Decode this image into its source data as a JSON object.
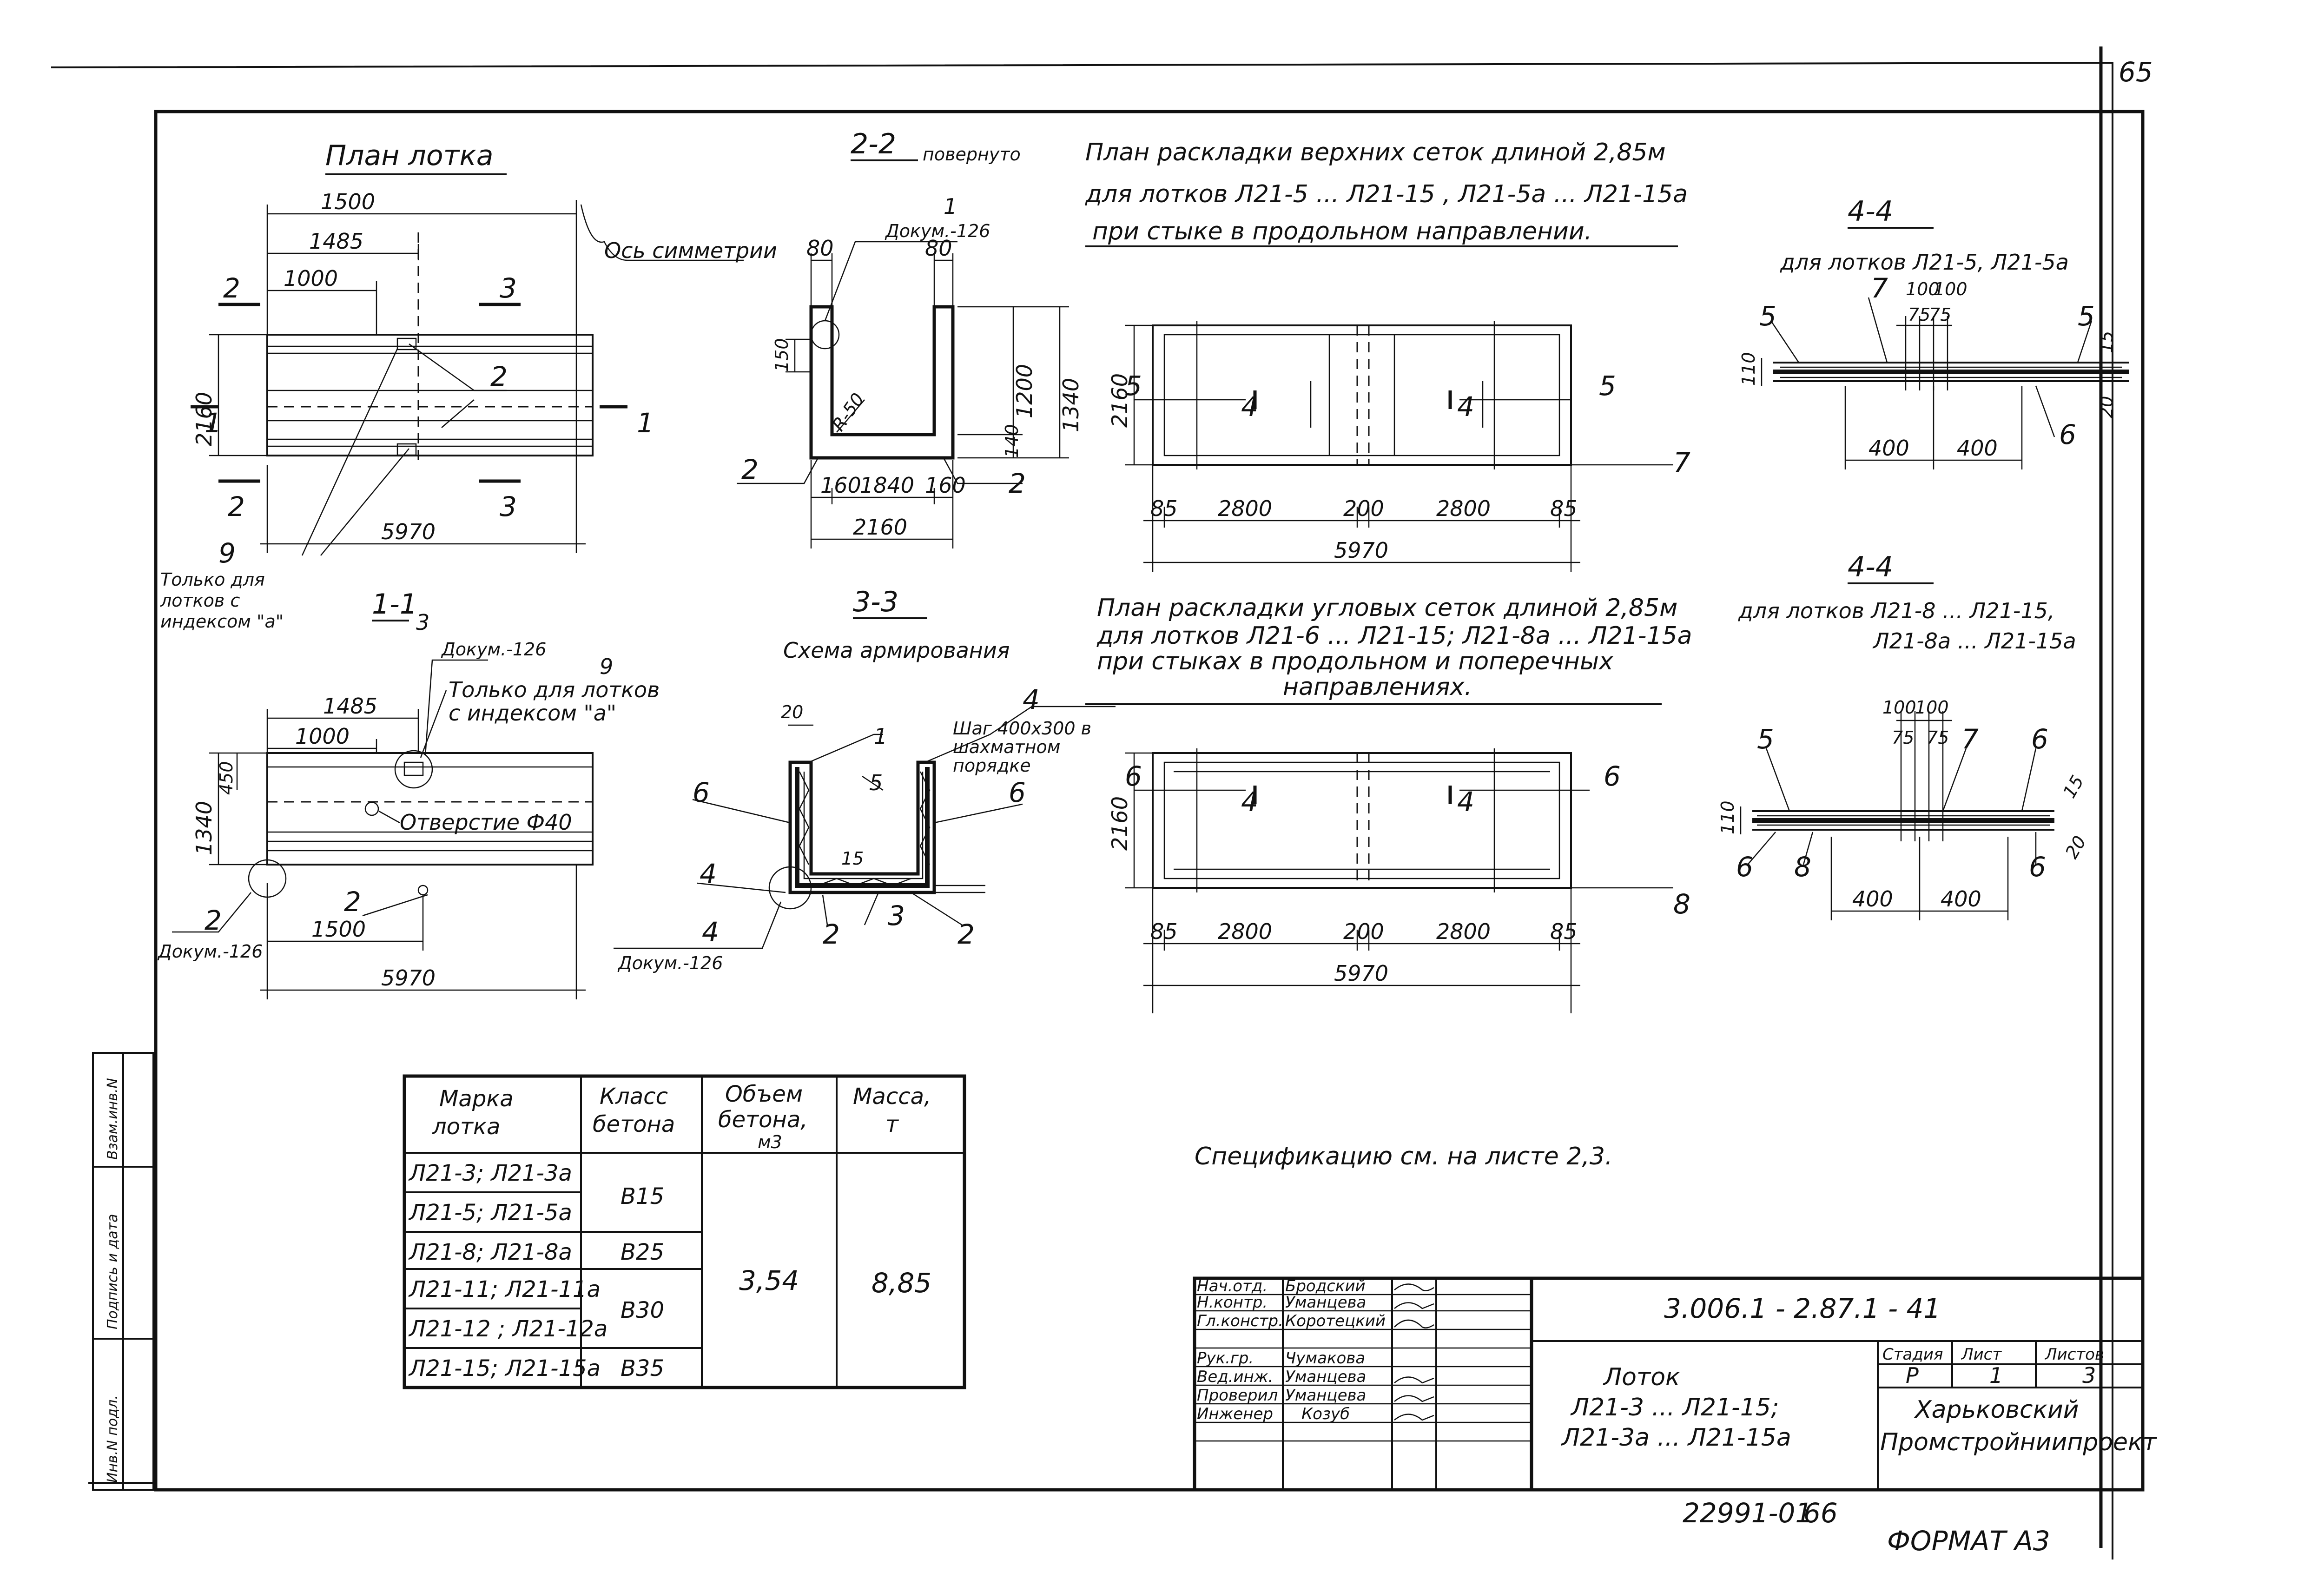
{
  "sheet": {
    "page_number": "65",
    "format": "ФОРМАТ A3",
    "inventory_number": "22991-01",
    "inventory_page": "66"
  },
  "plan": {
    "title": "План лотка",
    "dims": {
      "d1500": "1500",
      "d1485": "1485",
      "d1000": "1000",
      "d5970": "5970",
      "d2160": "2160"
    },
    "axis_label": "Ось симметрии",
    "cut2": "2",
    "cut3": "3",
    "cut1": "1",
    "mark2": "2",
    "mark9": "9",
    "note": [
      "Только для",
      "лотков с",
      "индексом \"а\""
    ]
  },
  "sec11": {
    "title": "1-1",
    "mark3": "3",
    "doc": "Докум.-126",
    "mark9": "9",
    "note": [
      "Только для лотков",
      "с индексом \"а\""
    ],
    "hole": "Отверстие Ф40",
    "dims": {
      "d1485": "1485",
      "d1000": "1000",
      "d1340": "1340",
      "d450": "450",
      "d1500": "1500",
      "d5970": "5970"
    },
    "mark2a": "2",
    "mark2b": "2",
    "doc2": "Докум.-126"
  },
  "sec22": {
    "title": "2-2",
    "subtitle": "повернуто",
    "mark1": "1",
    "doc": "Докум.-126",
    "dims": {
      "d80a": "80",
      "d80b": "80",
      "d150": "150",
      "d1200": "1200",
      "d1340": "1340",
      "d140": "140",
      "d160a": "160",
      "d1840": "1840",
      "d160b": "160",
      "d2160": "2160",
      "r": "R-50"
    },
    "mark2a": "2",
    "mark2b": "2"
  },
  "sec33": {
    "title": "3-3",
    "subtitle": "Схема армирования",
    "marks": {
      "m20": "20",
      "m1": "1",
      "m4": "4",
      "m6a": "6",
      "m5": "5",
      "m6b": "6",
      "m4b": "4",
      "m4c": "4",
      "m2a": "2",
      "m3": "3",
      "m2b": "2",
      "m15": "15"
    },
    "step": [
      "Шаг 400x300 в",
      "шахматном",
      "порядке"
    ],
    "doc": "Докум.-126"
  },
  "planTop": {
    "lines": [
      "План раскладки верхних сеток длиной 2,85м",
      "для лотков Л21-5 ... Л21-15 , Л21-5а ... Л21-15а",
      "при стыке в продольном направлении."
    ],
    "dims": {
      "d2160": "2160",
      "d85a": "85",
      "d2800a": "2800",
      "d200": "200",
      "d2800b": "2800",
      "d85b": "85",
      "d5970": "5970"
    },
    "cut4a": "4",
    "cut4b": "4",
    "m5a": "5",
    "m5b": "5",
    "m7": "7"
  },
  "planCorner": {
    "lines": [
      "План раскладки угловых сеток длиной 2,85м",
      "для лотков Л21-6 ... Л21-15; Л21-8а ... Л21-15а",
      "при стыках в продольном и поперечных",
      "направлениях."
    ],
    "dims": {
      "d2160": "2160",
      "d85a": "85",
      "d2800a": "2800",
      "d200": "200",
      "d2800b": "2800",
      "d85b": "85",
      "d5970": "5970"
    },
    "cut4a": "4",
    "cut4b": "4",
    "m6a": "6",
    "m6b": "6",
    "m8": "8"
  },
  "sec44a": {
    "title": "4-4",
    "subtitle": "для лотков Л21-5, Л21-5а",
    "marks": {
      "m7": "7",
      "m5a": "5",
      "m5b": "5",
      "m6": "6",
      "m15": "15",
      "m20": "20"
    },
    "dims": {
      "d100a": "100",
      "d100b": "100",
      "d75a": "75",
      "d75b": "75",
      "d400a": "400",
      "d400b": "400",
      "d110": "110"
    }
  },
  "sec44b": {
    "title": "4-4",
    "subtitle": [
      "для лотков Л21-8 ... Л21-15,",
      "Л21-8а ... Л21-15а"
    ],
    "marks": {
      "m5": "5",
      "m7": "7",
      "m6a": "6",
      "m6b": "6",
      "m8": "8",
      "m6c": "6",
      "m15": "15",
      "m20": "20"
    },
    "dims": {
      "d100a": "100",
      "d100b": "100",
      "d75a": "75",
      "d75b": "75",
      "d400a": "400",
      "d400b": "400",
      "d110": "110"
    }
  },
  "table": {
    "headers": [
      [
        "Марка",
        "лотка"
      ],
      [
        "Класс",
        "бетона"
      ],
      [
        "Объем",
        "бетона,",
        "м3"
      ],
      [
        "Масса,",
        "т"
      ]
    ],
    "rows": [
      {
        "mark": "Л21-3; Л21-3а"
      },
      {
        "mark": "Л21-5; Л21-5а"
      },
      {
        "mark": "Л21-8; Л21-8а"
      },
      {
        "mark": "Л21-11; Л21-11а"
      },
      {
        "mark": "Л21-12 ; Л21-12а"
      },
      {
        "mark": "Л21-15; Л21-15а"
      }
    ],
    "classes": [
      "B15",
      "B25",
      "B30",
      "B35"
    ],
    "volume": "3,54",
    "mass": "8,85"
  },
  "spec_note": "Спецификацию см. на листе 2,3.",
  "stamp": {
    "code": "3.006.1 - 2.87.1 - 41",
    "people": [
      {
        "role": "Нач.отд.",
        "name": "Бродский"
      },
      {
        "role": "Н.контр.",
        "name": "Уманцева"
      },
      {
        "role": "Гл.констр.",
        "name": "Коротецкий"
      },
      {
        "role": "Рук.гр.",
        "name": "Чумакова"
      },
      {
        "role": "Вед.инж.",
        "name": "Уманцева"
      },
      {
        "role": "Проверил",
        "name": "Уманцева"
      },
      {
        "role": "Инженер",
        "name": "Козуб"
      }
    ],
    "title": [
      "Лоток",
      "Л21-3 ... Л21-15;",
      "Л21-3а ... Л21-15а"
    ],
    "stage_hdr": "Стадия",
    "sheet_hdr": "Лист",
    "sheets_hdr": "Листов",
    "stage": "Р",
    "sheet": "1",
    "sheets": "3",
    "org": [
      "Харьковский",
      "Промстройниипроект"
    ]
  },
  "side_labels": [
    "Инв.N подл.",
    "Подпись и дата",
    "Взам.инв.N"
  ]
}
